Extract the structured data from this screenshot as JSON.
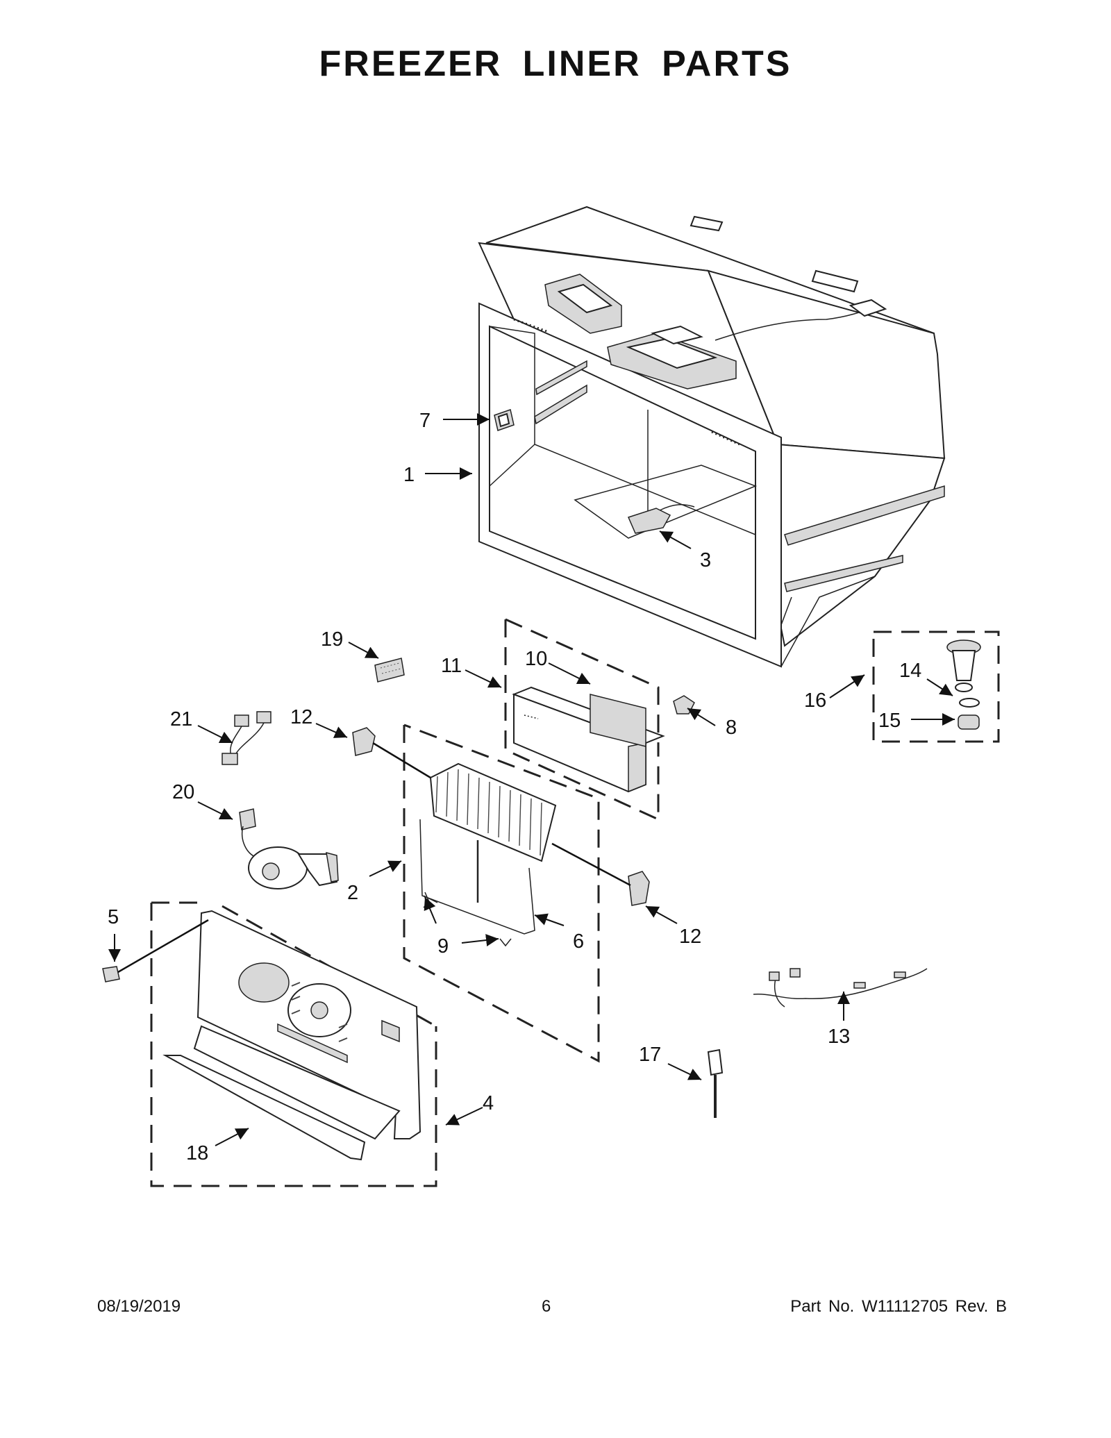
{
  "header": {
    "title": "FREEZER LINER PARTS"
  },
  "footer": {
    "date": "08/19/2019",
    "page": "6",
    "part_no": "Part No.  W11112705  Rev.  B"
  },
  "callouts": [
    "1",
    "2",
    "3",
    "4",
    "5",
    "6",
    "7",
    "8",
    "9",
    "10",
    "11",
    "12",
    "12",
    "13",
    "14",
    "15",
    "16",
    "17",
    "18",
    "19",
    "20",
    "21"
  ]
}
